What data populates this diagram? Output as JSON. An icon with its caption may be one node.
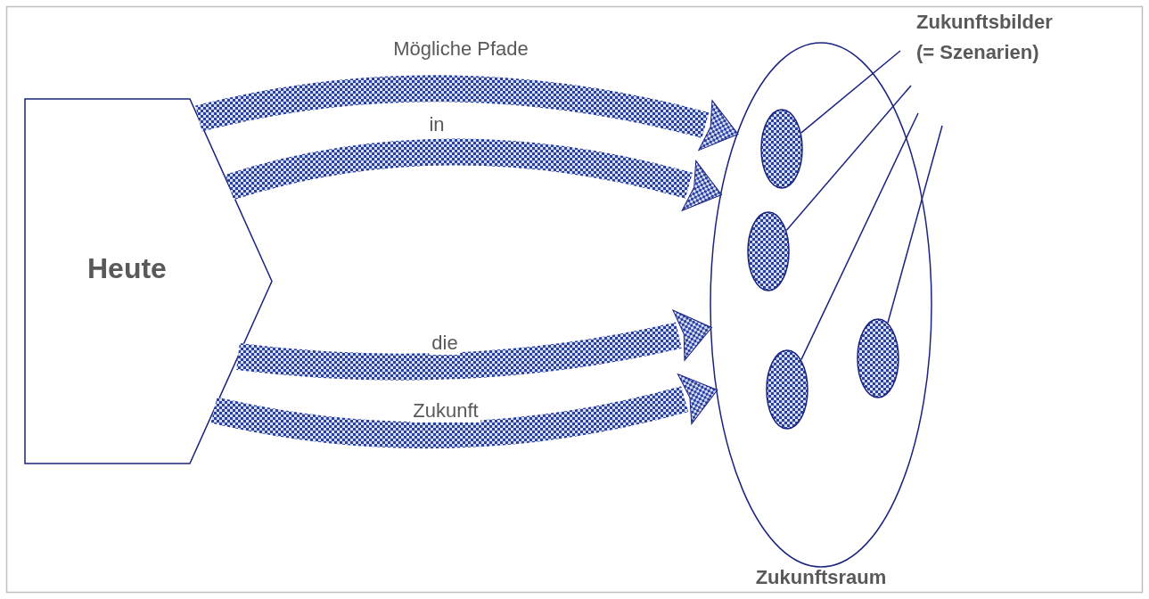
{
  "diagram": {
    "nodes": [
      {
        "text": [
          "Heute"
        ]
      },
      {
        "text": [
          "Zukunftsraum"
        ]
      },
      {
        "text": [],
        "shape": "ellipse",
        "in": 1
      },
      {
        "text": [],
        "shape": "ellipse",
        "in": 1
      },
      {
        "text": [],
        "shape": "ellipse",
        "in": 1
      },
      {
        "text": [],
        "shape": "ellipse",
        "in": 1
      },
      {
        "text": [
          "Zukunftsbilder (= Szenarien)"
        ]
      }
    ],
    "edges": [
      {
        "from": 0,
        "to": 1,
        "arrow": "to",
        "style": "thick",
        "label": "Mögliche Pfade"
      },
      {
        "from": 0,
        "to": 1,
        "arrow": "to",
        "style": "thick",
        "label": "in"
      },
      {
        "from": 0,
        "to": 1,
        "arrow": "to",
        "style": "thick",
        "label": "die"
      },
      {
        "from": 0,
        "to": 1,
        "arrow": "to",
        "style": "thick",
        "label": "Zukunft"
      },
      {
        "from": 6,
        "to": 3,
        "arrow": "none"
      },
      {
        "from": 6,
        "to": 2,
        "arrow": "none"
      },
      {
        "from": 6,
        "to": 4,
        "arrow": "none"
      },
      {
        "from": 6,
        "to": 5,
        "arrow": "none"
      }
    ]
  }
}
